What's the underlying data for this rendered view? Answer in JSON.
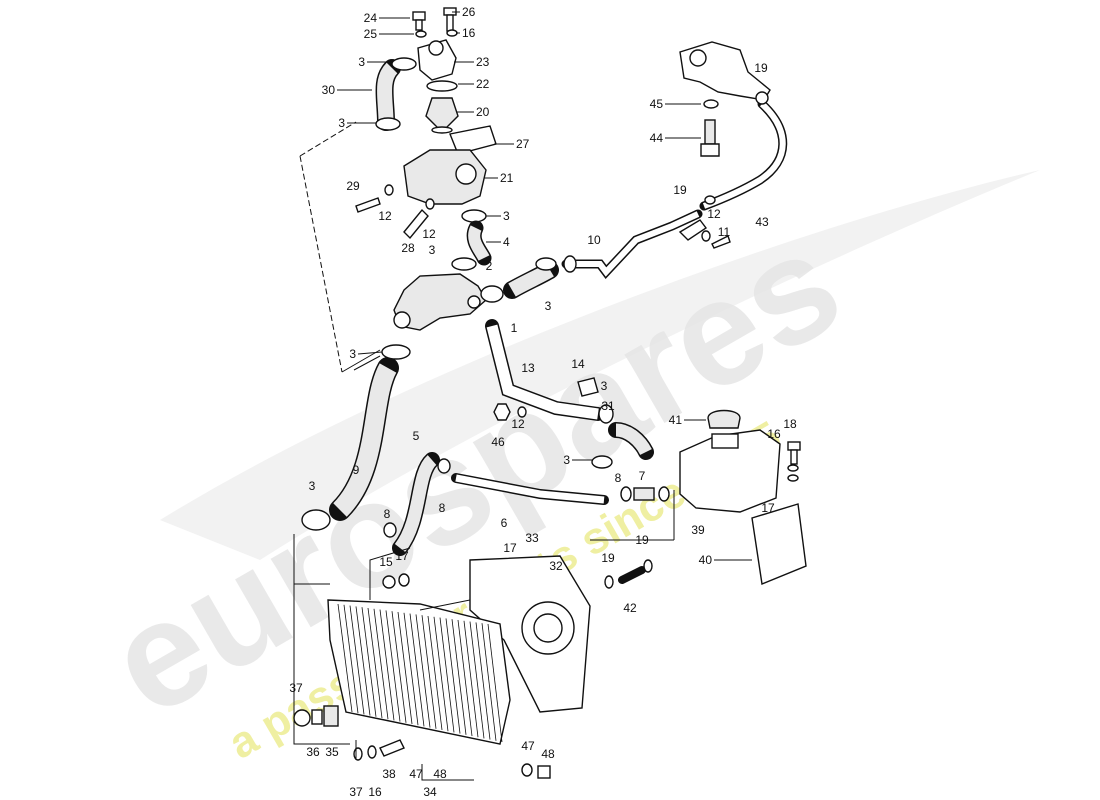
{
  "watermark": {
    "brand": "eurospares",
    "slogan": "a passion for parts since 1985",
    "brand_color": "#e6e6e6",
    "slogan_color": "#eeee99"
  },
  "callouts": [
    {
      "id": "c24",
      "label": "24"
    },
    {
      "id": "c26",
      "label": "26"
    },
    {
      "id": "c25",
      "label": "25"
    },
    {
      "id": "c16a",
      "label": "16"
    },
    {
      "id": "c3a",
      "label": "3"
    },
    {
      "id": "c23",
      "label": "23"
    },
    {
      "id": "c30",
      "label": "30"
    },
    {
      "id": "c22",
      "label": "22"
    },
    {
      "id": "c20",
      "label": "20"
    },
    {
      "id": "c3b",
      "label": "3"
    },
    {
      "id": "c27",
      "label": "27"
    },
    {
      "id": "c21",
      "label": "21"
    },
    {
      "id": "c29",
      "label": "29"
    },
    {
      "id": "c12a",
      "label": "12"
    },
    {
      "id": "c28",
      "label": "28"
    },
    {
      "id": "c12b",
      "label": "12"
    },
    {
      "id": "c3c",
      "label": "3"
    },
    {
      "id": "c4",
      "label": "4"
    },
    {
      "id": "c3d",
      "label": "3"
    },
    {
      "id": "c2",
      "label": "2"
    },
    {
      "id": "c3e",
      "label": "3"
    },
    {
      "id": "c1",
      "label": "1"
    },
    {
      "id": "c10",
      "label": "10"
    },
    {
      "id": "c11",
      "label": "11"
    },
    {
      "id": "c19a",
      "label": "19"
    },
    {
      "id": "c12c",
      "label": "12"
    },
    {
      "id": "c43",
      "label": "43"
    },
    {
      "id": "c19b",
      "label": "19"
    },
    {
      "id": "c45",
      "label": "45"
    },
    {
      "id": "c44",
      "label": "44"
    },
    {
      "id": "c3f",
      "label": "3"
    },
    {
      "id": "c13",
      "label": "13"
    },
    {
      "id": "c14",
      "label": "14"
    },
    {
      "id": "c3g",
      "label": "3"
    },
    {
      "id": "c46",
      "label": "46"
    },
    {
      "id": "c12d",
      "label": "12"
    },
    {
      "id": "c31",
      "label": "31"
    },
    {
      "id": "c41",
      "label": "41"
    },
    {
      "id": "c18",
      "label": "18"
    },
    {
      "id": "c16b",
      "label": "16"
    },
    {
      "id": "c17a",
      "label": "17"
    },
    {
      "id": "c3h",
      "label": "3"
    },
    {
      "id": "c8a",
      "label": "8"
    },
    {
      "id": "c7",
      "label": "7"
    },
    {
      "id": "c39",
      "label": "39"
    },
    {
      "id": "c40",
      "label": "40"
    },
    {
      "id": "c5",
      "label": "5"
    },
    {
      "id": "c9",
      "label": "9"
    },
    {
      "id": "c3i",
      "label": "3"
    },
    {
      "id": "c8b",
      "label": "8"
    },
    {
      "id": "c8c",
      "label": "8"
    },
    {
      "id": "c6",
      "label": "6"
    },
    {
      "id": "c33",
      "label": "33"
    },
    {
      "id": "c17b",
      "label": "17"
    },
    {
      "id": "c32",
      "label": "32"
    },
    {
      "id": "c15",
      "label": "15"
    },
    {
      "id": "c17c",
      "label": "17"
    },
    {
      "id": "c19c",
      "label": "19"
    },
    {
      "id": "c19d",
      "label": "19"
    },
    {
      "id": "c42",
      "label": "42"
    },
    {
      "id": "c37a",
      "label": "37"
    },
    {
      "id": "c36",
      "label": "36"
    },
    {
      "id": "c35",
      "label": "35"
    },
    {
      "id": "c38",
      "label": "38"
    },
    {
      "id": "c47a",
      "label": "47"
    },
    {
      "id": "c48a",
      "label": "48"
    },
    {
      "id": "c34",
      "label": "34"
    },
    {
      "id": "c37b",
      "label": "37"
    },
    {
      "id": "c16c",
      "label": "16"
    },
    {
      "id": "c47b",
      "label": "47"
    },
    {
      "id": "c48b",
      "label": "48"
    }
  ]
}
